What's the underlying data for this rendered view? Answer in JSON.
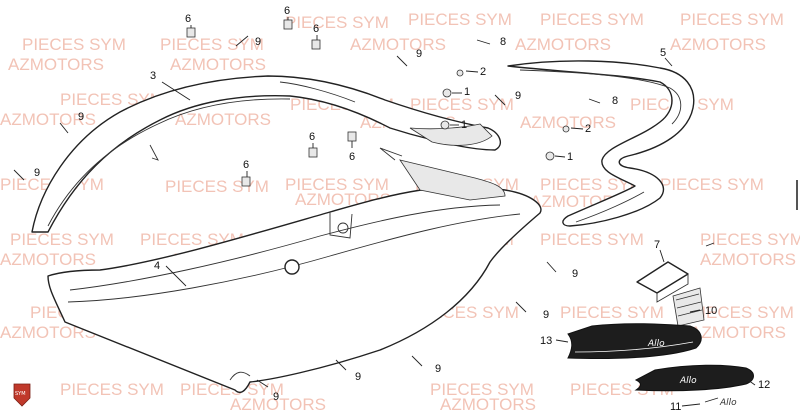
{
  "watermark": {
    "line1": "PIECES SYM",
    "line2": "AZMOTORS"
  },
  "callouts": [
    {
      "n": "6"
    },
    {
      "n": "6"
    },
    {
      "n": "6"
    },
    {
      "n": "6"
    },
    {
      "n": "6"
    },
    {
      "n": "6"
    },
    {
      "n": "9"
    },
    {
      "n": "9"
    },
    {
      "n": "9"
    },
    {
      "n": "9"
    },
    {
      "n": "9"
    },
    {
      "n": "9"
    },
    {
      "n": "9"
    },
    {
      "n": "9"
    },
    {
      "n": "9"
    },
    {
      "n": "9"
    },
    {
      "n": "8"
    },
    {
      "n": "8"
    },
    {
      "n": "2"
    },
    {
      "n": "2"
    },
    {
      "n": "1"
    },
    {
      "n": "1"
    },
    {
      "n": "1"
    },
    {
      "n": "3"
    },
    {
      "n": "4"
    },
    {
      "n": "5"
    },
    {
      "n": "7"
    },
    {
      "n": "10"
    },
    {
      "n": "11"
    },
    {
      "n": "12"
    },
    {
      "n": "13"
    }
  ],
  "emblems": {
    "upper": "Allo",
    "lower": "Allo",
    "loose": "Allo"
  },
  "brand_logo": "SYM",
  "colors": {
    "watermark": "#f2c3b6",
    "line": "#222222",
    "logo": "#c0392b"
  }
}
